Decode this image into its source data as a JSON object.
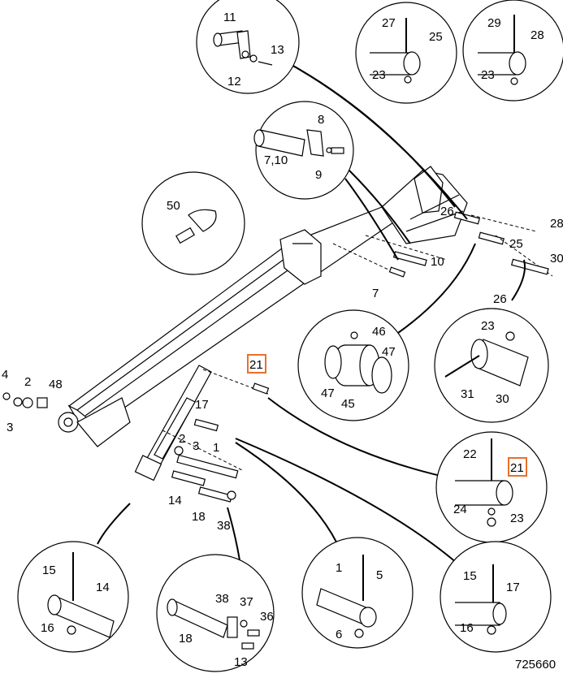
{
  "diagram": {
    "figure_number": "725660",
    "labels": {
      "l1a": "1",
      "l1b": "1",
      "l2a": "2",
      "l2b": "2",
      "l3a": "3",
      "l3b": "3",
      "l4": "4",
      "l5": "5",
      "l6": "6",
      "l7a": "7",
      "l7_10": "7,10",
      "l8": "8",
      "l9": "9",
      "l10": "10",
      "l11": "11",
      "l12": "12",
      "l13a": "13",
      "l13b": "13",
      "l14a": "14",
      "l14b": "14",
      "l15a": "15",
      "l15b": "15",
      "l16a": "16",
      "l16b": "16",
      "l17a": "17",
      "l17b": "17",
      "l18a": "18",
      "l18b": "18",
      "l21a": "21",
      "l21b": "21",
      "l22": "22",
      "l23a": "23",
      "l23b": "23",
      "l23c": "23",
      "l23d": "23",
      "l24": "24",
      "l25a": "25",
      "l25b": "25",
      "l26a": "26",
      "l26b": "26",
      "l27": "27",
      "l28a": "28",
      "l28b": "28",
      "l29": "29",
      "l30a": "30",
      "l30b": "30",
      "l31": "31",
      "l36": "36",
      "l37": "37",
      "l38a": "38",
      "l38b": "38",
      "l45": "45",
      "l46": "46",
      "l47a": "47",
      "l47b": "47",
      "l48": "48",
      "l50": "50"
    },
    "highlight_color": "#e8702a"
  }
}
